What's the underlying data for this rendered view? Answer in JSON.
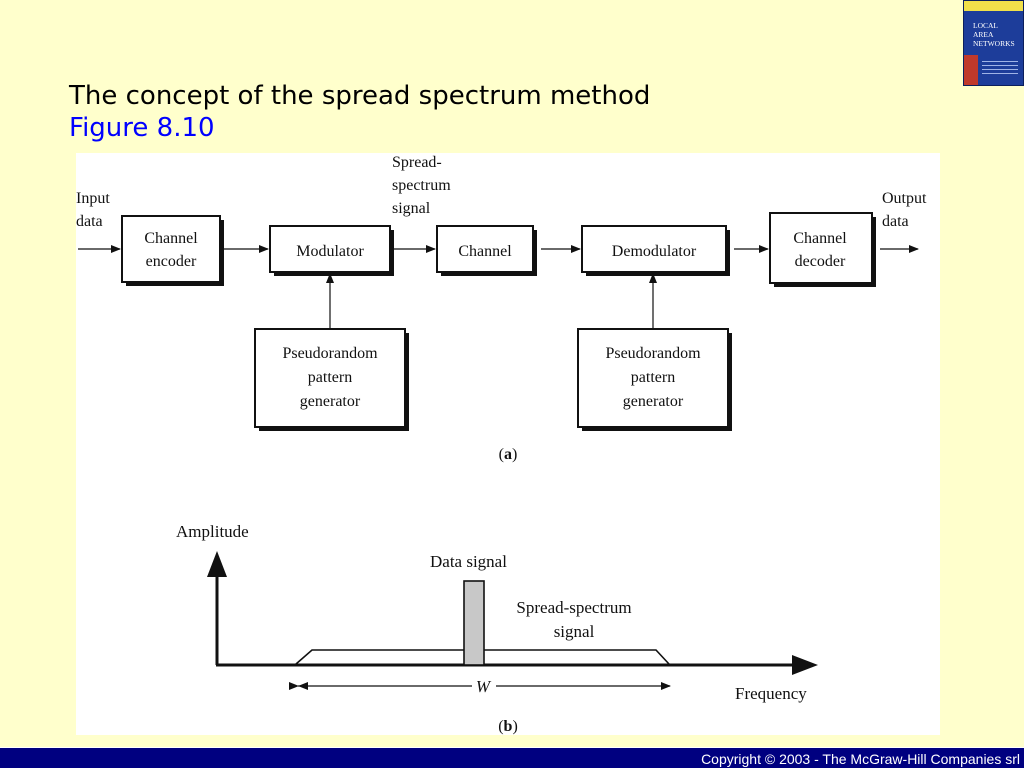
{
  "slide": {
    "title": "The concept of the spread spectrum method",
    "subtitle": "Figure 8.10"
  },
  "book_cover": {
    "title_lines": "LOCAL\nAREA\nNETWORKS"
  },
  "diagram_a": {
    "input_label": [
      "Input",
      "data"
    ],
    "output_label": [
      "Output",
      "data"
    ],
    "spread_label": [
      "Spread-",
      "spectrum",
      "signal"
    ],
    "blocks": {
      "channel_encoder": [
        "Channel",
        "encoder"
      ],
      "modulator": [
        "Modulator"
      ],
      "channel": [
        "Channel"
      ],
      "demodulator": [
        "Demodulator"
      ],
      "channel_decoder": [
        "Channel",
        "decoder"
      ],
      "pn_generator_tx": [
        "Pseudorandom",
        "pattern",
        "generator"
      ],
      "pn_generator_rx": [
        "Pseudorandom",
        "pattern",
        "generator"
      ]
    },
    "caption": "(a)",
    "caption_letter": "a"
  },
  "diagram_b": {
    "y_axis_label": "Amplitude",
    "x_axis_label": "Frequency",
    "data_signal_label": "Data signal",
    "spread_signal_label": [
      "Spread-spectrum",
      "signal"
    ],
    "bandwidth_label": "W",
    "caption_letter": "b"
  },
  "footer": {
    "copyright": "Copyright © 2003 - The McGraw-Hill Companies srl"
  },
  "colors": {
    "background": "#ffffcc",
    "title": "#000000",
    "subtitle": "#0000ff",
    "footer": "#000080",
    "data_signal_fill": "#c8c8c8"
  }
}
